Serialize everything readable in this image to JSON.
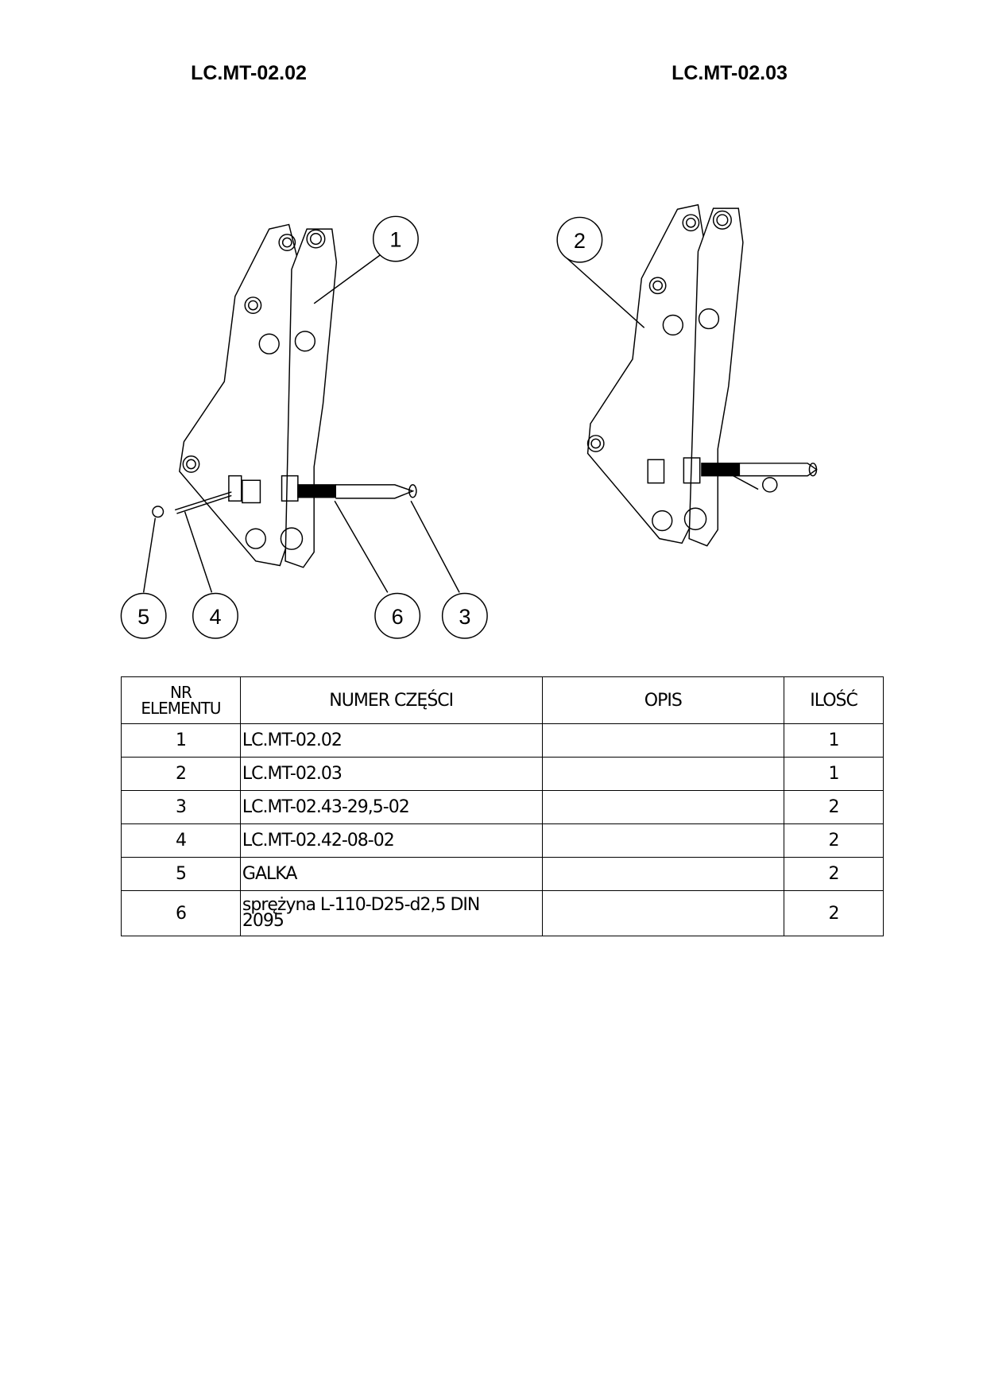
{
  "titles": [
    "LC.MT-02.02",
    "LC.MT-02.03"
  ],
  "balloons": [
    "1",
    "2",
    "3",
    "4",
    "5",
    "6"
  ],
  "table": {
    "headers": {
      "nr_line1": "NR",
      "nr_line2": "ELEMENTU",
      "part": "NUMER CZĘŚCI",
      "desc": "OPIS",
      "qty": "ILOŚĆ"
    },
    "rows": [
      {
        "nr": "1",
        "part": "LC.MT-02.02",
        "desc": "",
        "qty": "1"
      },
      {
        "nr": "2",
        "part": "LC.MT-02.03",
        "desc": "",
        "qty": "1"
      },
      {
        "nr": "3",
        "part": "LC.MT-02.43-29,5-02",
        "desc": "",
        "qty": "2"
      },
      {
        "nr": "4",
        "part": "LC.MT-02.42-08-02",
        "desc": "",
        "qty": "2"
      },
      {
        "nr": "5",
        "part": "GALKA",
        "desc": "",
        "qty": "2"
      },
      {
        "nr": "6",
        "part": "sprężyna L-110-D25-d2,5 DIN 2095",
        "desc": "",
        "qty": "2"
      }
    ]
  }
}
